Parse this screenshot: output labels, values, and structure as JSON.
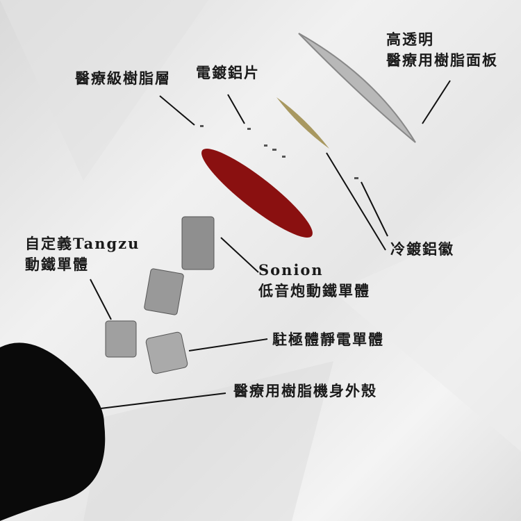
{
  "labels": {
    "faceplate": {
      "line1": "高透明",
      "line2": "醫療用樹脂面板"
    },
    "resin_layer": "醫療級樹脂層",
    "plated_flake": "電鍍鋁片",
    "cold_plated_badge": "冷鍍鋁徽",
    "custom_ba": {
      "line1": "自定義Tangzu",
      "line2": "動鐵單體"
    },
    "sonion_ba": {
      "line1": "Sonion",
      "line2": "低音炮動鐵單體"
    },
    "electret": "駐極體靜電單體",
    "shell": "醫療用樹脂機身外殼"
  },
  "colors": {
    "resin": "#8a1010",
    "gold": "#a89860",
    "metal": "#9a9a9a",
    "shell": "#0a0a0a"
  }
}
